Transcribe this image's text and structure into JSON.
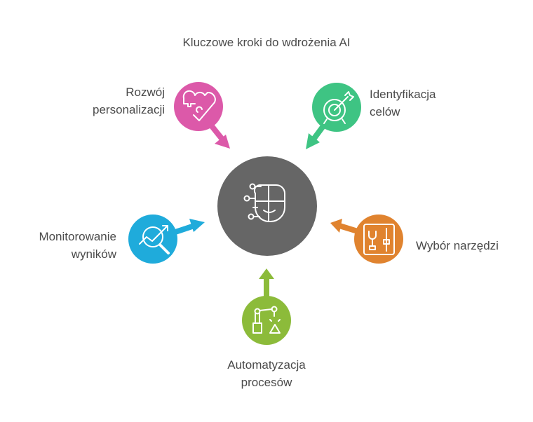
{
  "title": "Kluczowe kroki do wdrożenia AI",
  "center": {
    "icon": "ai-face-circuit-icon",
    "color": "#666666"
  },
  "steps": [
    {
      "line1": "Rozwój",
      "line2": "personalizacji",
      "icon": "puzzle-heart-icon",
      "color": "#DC59A9"
    },
    {
      "line1": "Identyfikacja",
      "line2": "celów",
      "icon": "target-arrow-icon",
      "color": "#3EC483"
    },
    {
      "line1": "Monitorowanie",
      "line2": "wyników",
      "icon": "chart-magnifier-icon",
      "color": "#1FABDB"
    },
    {
      "line1": "Wybór narzędzi",
      "icon": "tools-panel-icon",
      "color": "#E0832F"
    },
    {
      "line1": "Automatyzacja",
      "line2": "procesów",
      "icon": "robot-arm-icon",
      "color": "#8CBB3A"
    }
  ]
}
